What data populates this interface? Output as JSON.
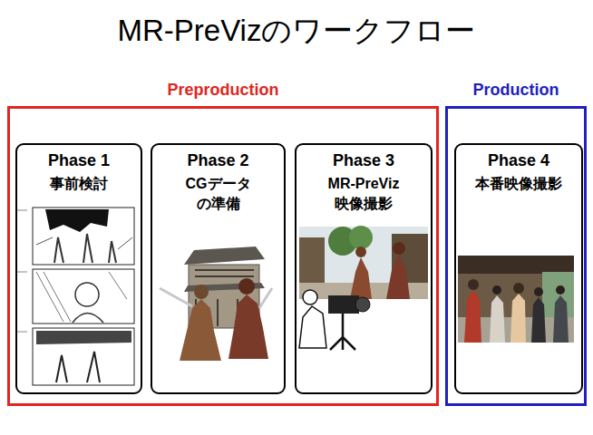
{
  "diagram": {
    "title": "MR-PreVizのワークフロー",
    "nodes": [
      {
        "text": [
          "Preproduction"
        ]
      },
      {
        "text": [
          "Phase 1",
          "事前検討"
        ],
        "in": 0
      },
      {
        "text": [
          "Phase 2",
          "CGデータ の準備"
        ],
        "in": 0
      },
      {
        "text": [
          "Phase 3",
          "MR-PreViz 映像撮影"
        ],
        "in": 0
      },
      {
        "text": [
          "Production"
        ]
      },
      {
        "text": [
          "Phase 4",
          "本番映像撮影"
        ],
        "in": 4
      }
    ]
  }
}
